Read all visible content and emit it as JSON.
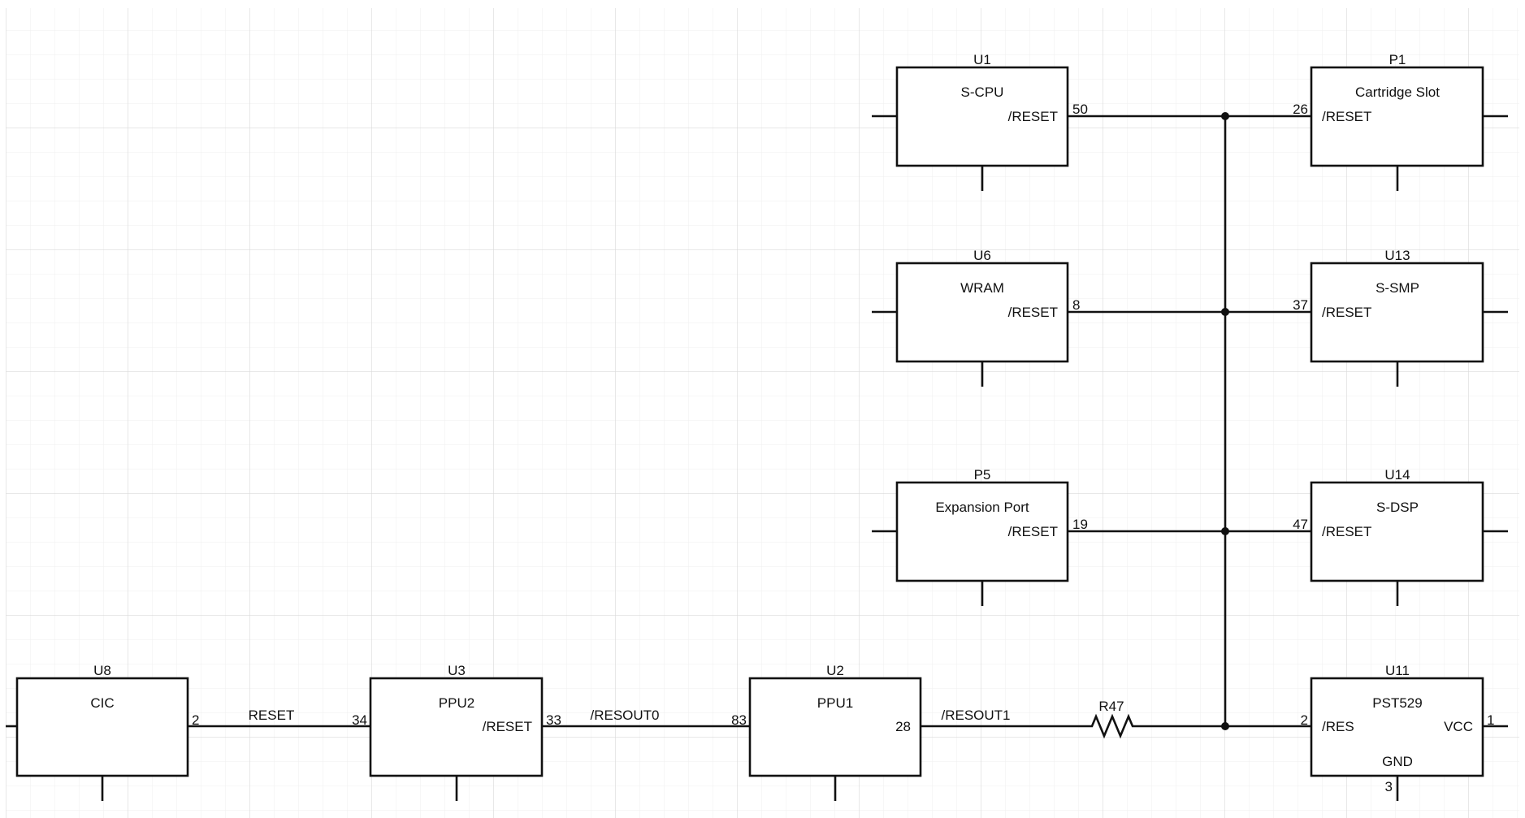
{
  "components": {
    "u1": {
      "ref": "U1",
      "name": "S-CPU",
      "pin_name": "/RESET",
      "pin_num": "50"
    },
    "p1": {
      "ref": "P1",
      "name": "Cartridge Slot",
      "pin_name": "/RESET",
      "pin_num": "26"
    },
    "u6": {
      "ref": "U6",
      "name": "WRAM",
      "pin_name": "/RESET",
      "pin_num": "8"
    },
    "u13": {
      "ref": "U13",
      "name": "S-SMP",
      "pin_name": "/RESET",
      "pin_num": "37"
    },
    "p5": {
      "ref": "P5",
      "name": "Expansion Port",
      "pin_name": "/RESET",
      "pin_num": "19"
    },
    "u14": {
      "ref": "U14",
      "name": "S-DSP",
      "pin_name": "/RESET",
      "pin_num": "47"
    },
    "u8": {
      "ref": "U8",
      "name": "CIC",
      "pin_num": "2"
    },
    "u3": {
      "ref": "U3",
      "name": "PPU2",
      "pin_name": "/RESET",
      "pin_num_in": "34",
      "pin_num_out": "33"
    },
    "u2": {
      "ref": "U2",
      "name": "PPU1",
      "pin_num_in": "83",
      "pin_num_out": "28"
    },
    "u11": {
      "ref": "U11",
      "name": "PST529",
      "pin_res": "/RES",
      "pin_vcc": "VCC",
      "pin_gnd": "GND",
      "pin_res_num": "2",
      "pin_vcc_num": "1",
      "pin_gnd_num": "3"
    }
  },
  "nets": {
    "reset": "RESET",
    "resout0": "/RESOUT0",
    "resout1": "/RESOUT1"
  },
  "resistor": {
    "ref": "R47"
  },
  "colors": {
    "grid_major": "#d9d9d9",
    "grid_minor": "#efefef",
    "ink": "#111111"
  }
}
